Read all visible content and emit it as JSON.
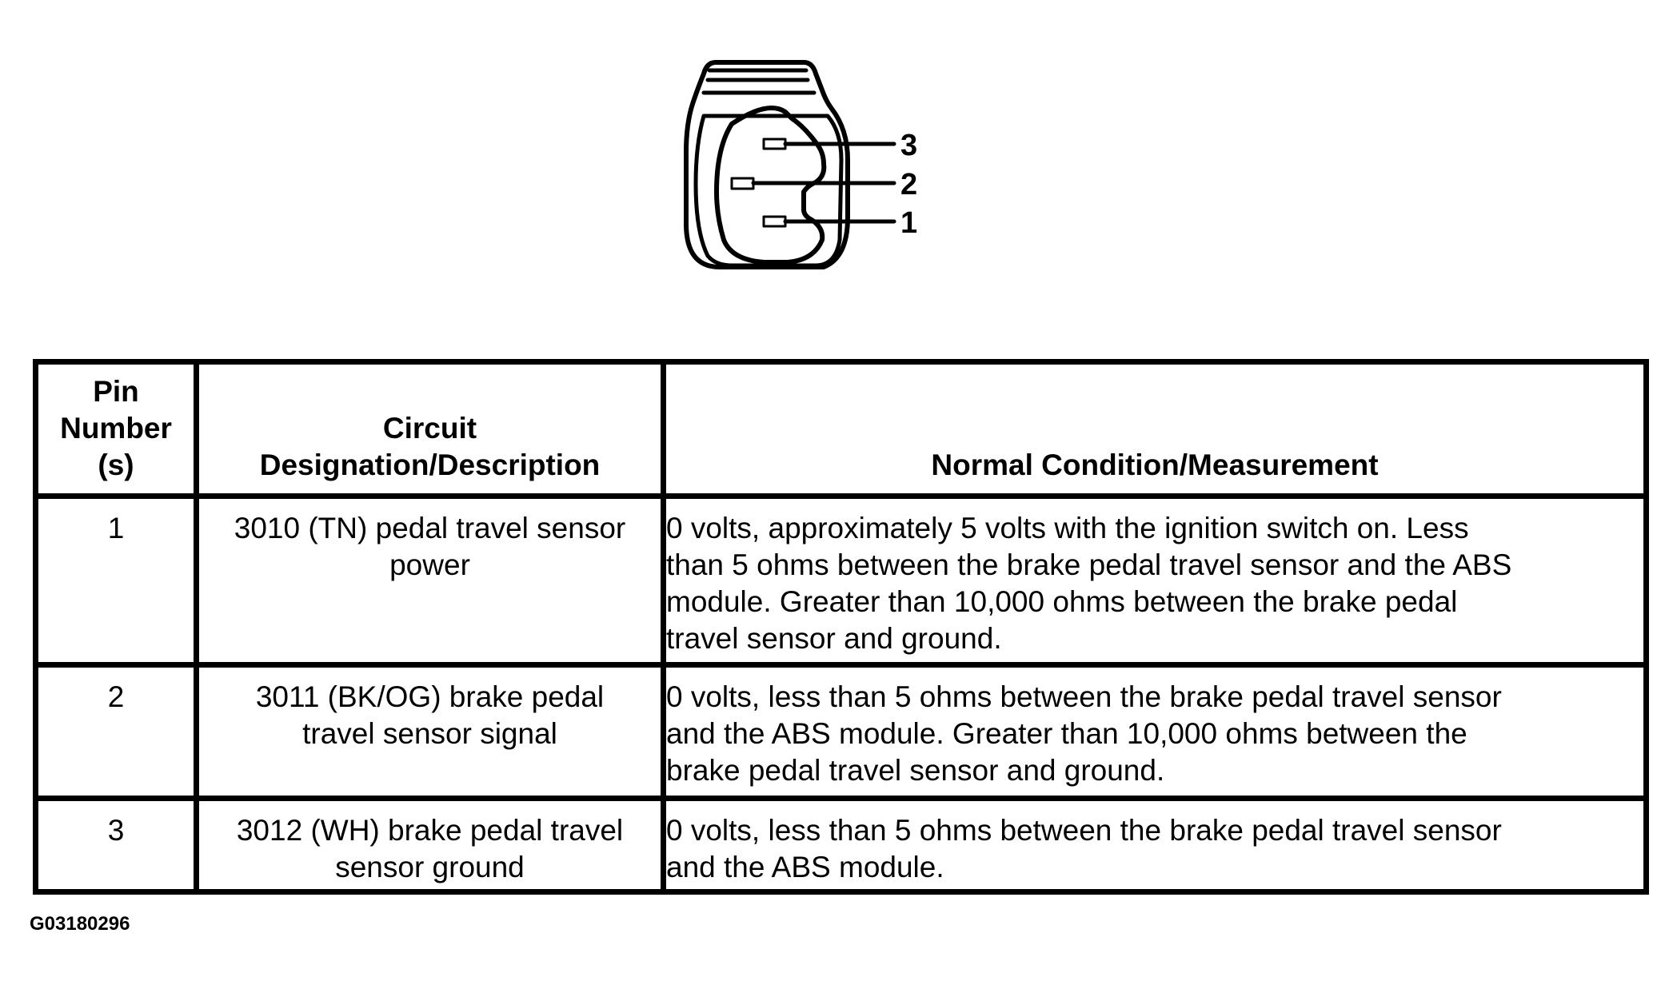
{
  "connector": {
    "pin_labels": [
      "3",
      "2",
      "1"
    ]
  },
  "table": {
    "headers": {
      "pin": [
        "Pin",
        "Number",
        "(s)"
      ],
      "circuit": [
        "Circuit",
        "Designation/Description"
      ],
      "measurement": "Normal Condition/Measurement"
    },
    "rows": [
      {
        "pin": "1",
        "circuit": [
          "3010 (TN) pedal travel sensor",
          "power"
        ],
        "measurement": [
          "0 volts, approximately 5 volts with the ignition switch on. Less",
          "than 5 ohms between the brake pedal travel sensor and the ABS",
          "module. Greater than 10,000 ohms between the brake pedal",
          "travel sensor and ground."
        ]
      },
      {
        "pin": "2",
        "circuit": [
          "3011 (BK/OG) brake pedal",
          "travel sensor signal"
        ],
        "measurement": [
          "0 volts, less than 5 ohms between the brake pedal travel sensor",
          "and the ABS module. Greater than 10,000 ohms between the",
          "brake pedal travel sensor and ground."
        ]
      },
      {
        "pin": "3",
        "circuit": [
          "3012 (WH) brake pedal travel",
          "sensor ground"
        ],
        "measurement": [
          "0 volts, less than 5 ohms between the brake pedal travel sensor",
          "and the ABS module."
        ]
      }
    ]
  },
  "figure_id": "G03180296"
}
